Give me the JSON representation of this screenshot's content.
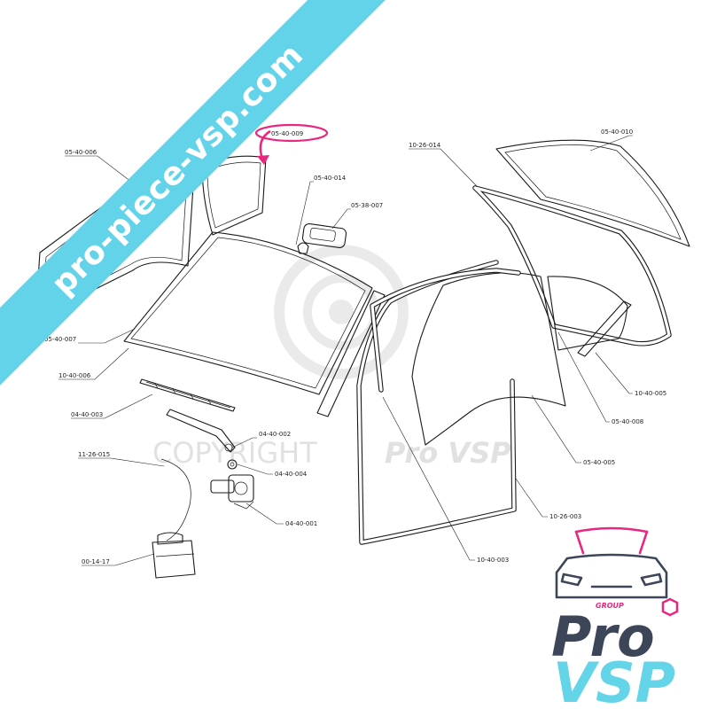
{
  "labels": {
    "p05_40_006": "05-40-006",
    "p05_40_009": "05-40-009",
    "p05_40_014": "05-40-014",
    "p05_38_007": "05-38-007",
    "p05_40_007": "05-40-007",
    "p10_40_006": "10-40-006",
    "p04_40_003": "04-40-003",
    "p04_40_002": "04-40-002",
    "p04_40_004": "04-40-004",
    "p11_26_015": "11-26-015",
    "p04_40_001": "04-40-001",
    "p00_14_17": "00-14-17",
    "p10_26_014": "10-26-014",
    "p05_40_010": "05-40-010",
    "p10_40_005": "10-40-005",
    "p05_40_008": "05-40-008",
    "p05_40_005": "05-40-005",
    "p10_26_003": "10-26-003",
    "p10_40_003": "10-40-003"
  },
  "watermark": {
    "copyright": "COPYRIGHT",
    "brand": "Pro VSP"
  },
  "banner": {
    "text": "pro-piece-vsp.com"
  },
  "logo": {
    "group": "GROUP",
    "line1": "Pro",
    "line2": "VSP"
  },
  "colors": {
    "banner": "#63d3ea",
    "highlight": "#e8287f",
    "logo_dark": "#3c4658",
    "logo_light": "#64d4e8"
  }
}
